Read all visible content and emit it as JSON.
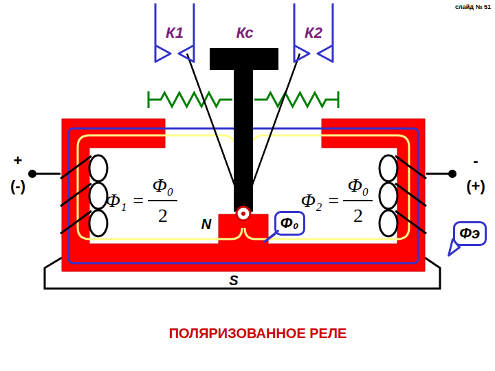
{
  "diagram": {
    "caption": "ПОЛЯРИЗОВАННОЕ РЕЛЕ",
    "nodes": [
      {
        "text": [
          "Φ₀"
        ]
      },
      {
        "text": [
          "Φэ"
        ]
      }
    ],
    "labels": [
      "слайд № 51",
      "К1",
      "Кс",
      "К2",
      "+",
      "(-)",
      "-",
      "(+)",
      "Φ₁ =",
      "Φ₀",
      "2",
      "Φ₂ =",
      "Φ₀",
      "2",
      "N",
      "S"
    ]
  }
}
